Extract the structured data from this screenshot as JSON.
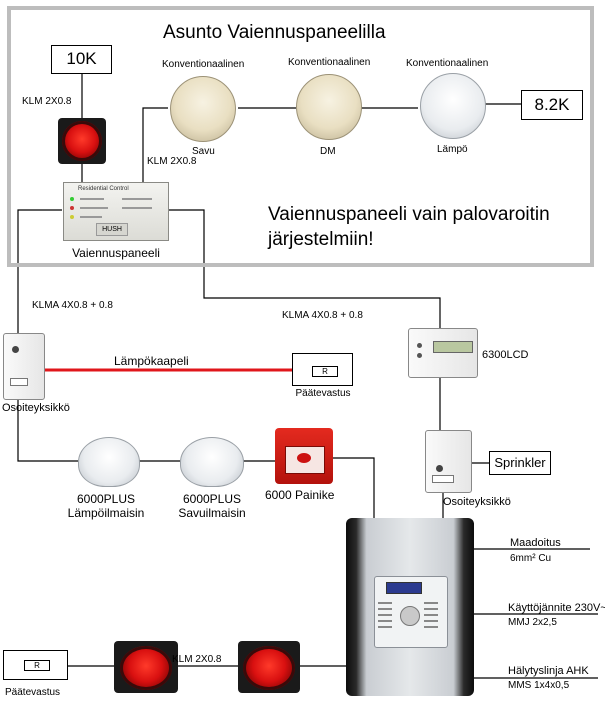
{
  "title": "Asunto Vaiennuspaneelilla",
  "note_line1": "Vaiennuspaneeli vain palovaroitin",
  "note_line2": "järjestelmiin!",
  "resistor_10k": "10K",
  "resistor_82k": "8.2K",
  "klm_top": "KLM 2X0.8",
  "klm_mid": "KLM 2X0.8",
  "klm_bottom": "KLM 2X0.8",
  "klma_left": "KLMA 4X0.8 + 0.8",
  "klma_right": "KLMA 4X0.8 + 0.8",
  "conv1_label": "Konventionaalinen",
  "conv2_label": "Konventionaalinen",
  "conv3_label": "Konventionaalinen",
  "savu": "Savu",
  "dm": "DM",
  "lampo": "Lämpö",
  "silencer_label": "Vaiennuspaneeli",
  "silencer_face_title": "Residential Control",
  "silencer_face_button": "HUSH",
  "heat_cable": "Lämpökaapeli",
  "term_label_1": "Päätevastus",
  "term_label_2": "Päätevastus",
  "r": "R",
  "address_unit_1": "Osoiteyksikkö",
  "address_unit_2": "Osoiteyksikkö",
  "lcd_label": "6300LCD",
  "sprinkler": "Sprinkler",
  "heat_det_line1": "6000PLUS",
  "heat_det_line2": "Lämpöilmaisin",
  "smoke_det_line1": "6000PLUS",
  "smoke_det_line2": "Savuilmaisin",
  "button_label": "6000 Painike",
  "earth_title": "Maadoitus",
  "earth_spec": "6mm² Cu",
  "supply_title": "Käyttöjännite 230V~",
  "supply_spec": "MMJ 2x2,5",
  "alarm_title": "Hälytyslinja AHK",
  "alarm_spec": "MMS 1x4x0,5"
}
